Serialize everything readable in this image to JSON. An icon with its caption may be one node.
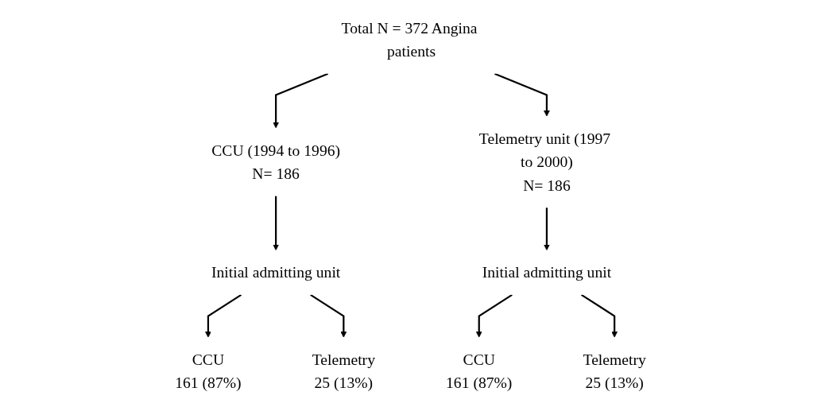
{
  "diagram": {
    "nodes": [
      {
        "text": [
          "Total N = 372 Angina patients"
        ]
      },
      {
        "text": [
          "CCU (1994 to 1996)",
          "N= 186"
        ]
      },
      {
        "text": [
          "Telemetry unit (1997 to 2000)",
          "N= 186"
        ]
      },
      {
        "text": [
          "Initial admitting unit"
        ]
      },
      {
        "text": [
          "Initial admitting unit"
        ]
      },
      {
        "text": [
          "CCU",
          "161 (87%)"
        ]
      },
      {
        "text": [
          "Telemetry",
          "25 (13%)"
        ]
      },
      {
        "text": [
          "CCU",
          "161 (87%)"
        ]
      },
      {
        "text": [
          "Telemetry",
          "25 (13%)"
        ]
      }
    ],
    "edges": [
      {
        "from": 0,
        "to": 1,
        "arrow": "to"
      },
      {
        "from": 0,
        "to": 2,
        "arrow": "to"
      },
      {
        "from": 1,
        "to": 3,
        "arrow": "to"
      },
      {
        "from": 2,
        "to": 4,
        "arrow": "to"
      },
      {
        "from": 3,
        "to": 5,
        "arrow": "to"
      },
      {
        "from": 3,
        "to": 6,
        "arrow": "to"
      },
      {
        "from": 4,
        "to": 7,
        "arrow": "to"
      },
      {
        "from": 4,
        "to": 8,
        "arrow": "to"
      }
    ]
  }
}
